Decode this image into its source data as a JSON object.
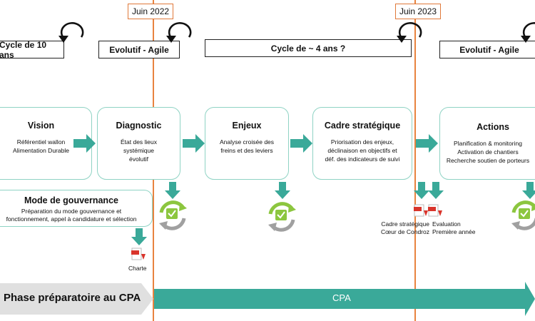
{
  "milestones": [
    {
      "label": "Juin 2022"
    },
    {
      "label": "Juin 2023"
    }
  ],
  "cycles": [
    {
      "label": "Cycle de 10 ans"
    },
    {
      "label": "Evolutif  - Agile"
    },
    {
      "label": "Cycle de ~ 4 ans ?"
    },
    {
      "label": "Evolutif  - Agile"
    }
  ],
  "cards": [
    {
      "title": "Vision",
      "text": "Référentiel wallon\nAlimentation Durable"
    },
    {
      "title": "Diagnostic",
      "text": "État des lieux\nsystémique\névolutif"
    },
    {
      "title": "Enjeux",
      "text": "Analyse croisée des\nfreins et des leviers"
    },
    {
      "title": "Cadre stratégique",
      "text": "Priorisation des enjeux,\ndéclinaison en objectifs et\ndéf. des indicateurs de suivi"
    },
    {
      "title": "Actions",
      "text": "Planification & monitoring\nActivation de chantiers\nRecherche soutien de porteurs"
    }
  ],
  "governance": {
    "title": "Mode de gouvernance",
    "text": "Préparation du mode gouvernance et\nfonctionnement,  appel à candidature et sélection"
  },
  "documents": [
    {
      "label": "Charte"
    },
    {
      "label": "Cadre stratégique\nCœur de Condroz"
    },
    {
      "label": "Evaluation\nPremière année"
    }
  ],
  "phases": {
    "preparatory": "Phase préparatoire au CPA",
    "cpa": "CPA"
  },
  "colors": {
    "teal": "#3aa999",
    "card_border": "#8fd3c4",
    "milestone_line": "#e8833f",
    "grey_arrow": "#e0e0e0",
    "cycle_green": "#8cc63f",
    "cycle_grey": "#a0a0a0",
    "pdf_red": "#d9342b"
  }
}
